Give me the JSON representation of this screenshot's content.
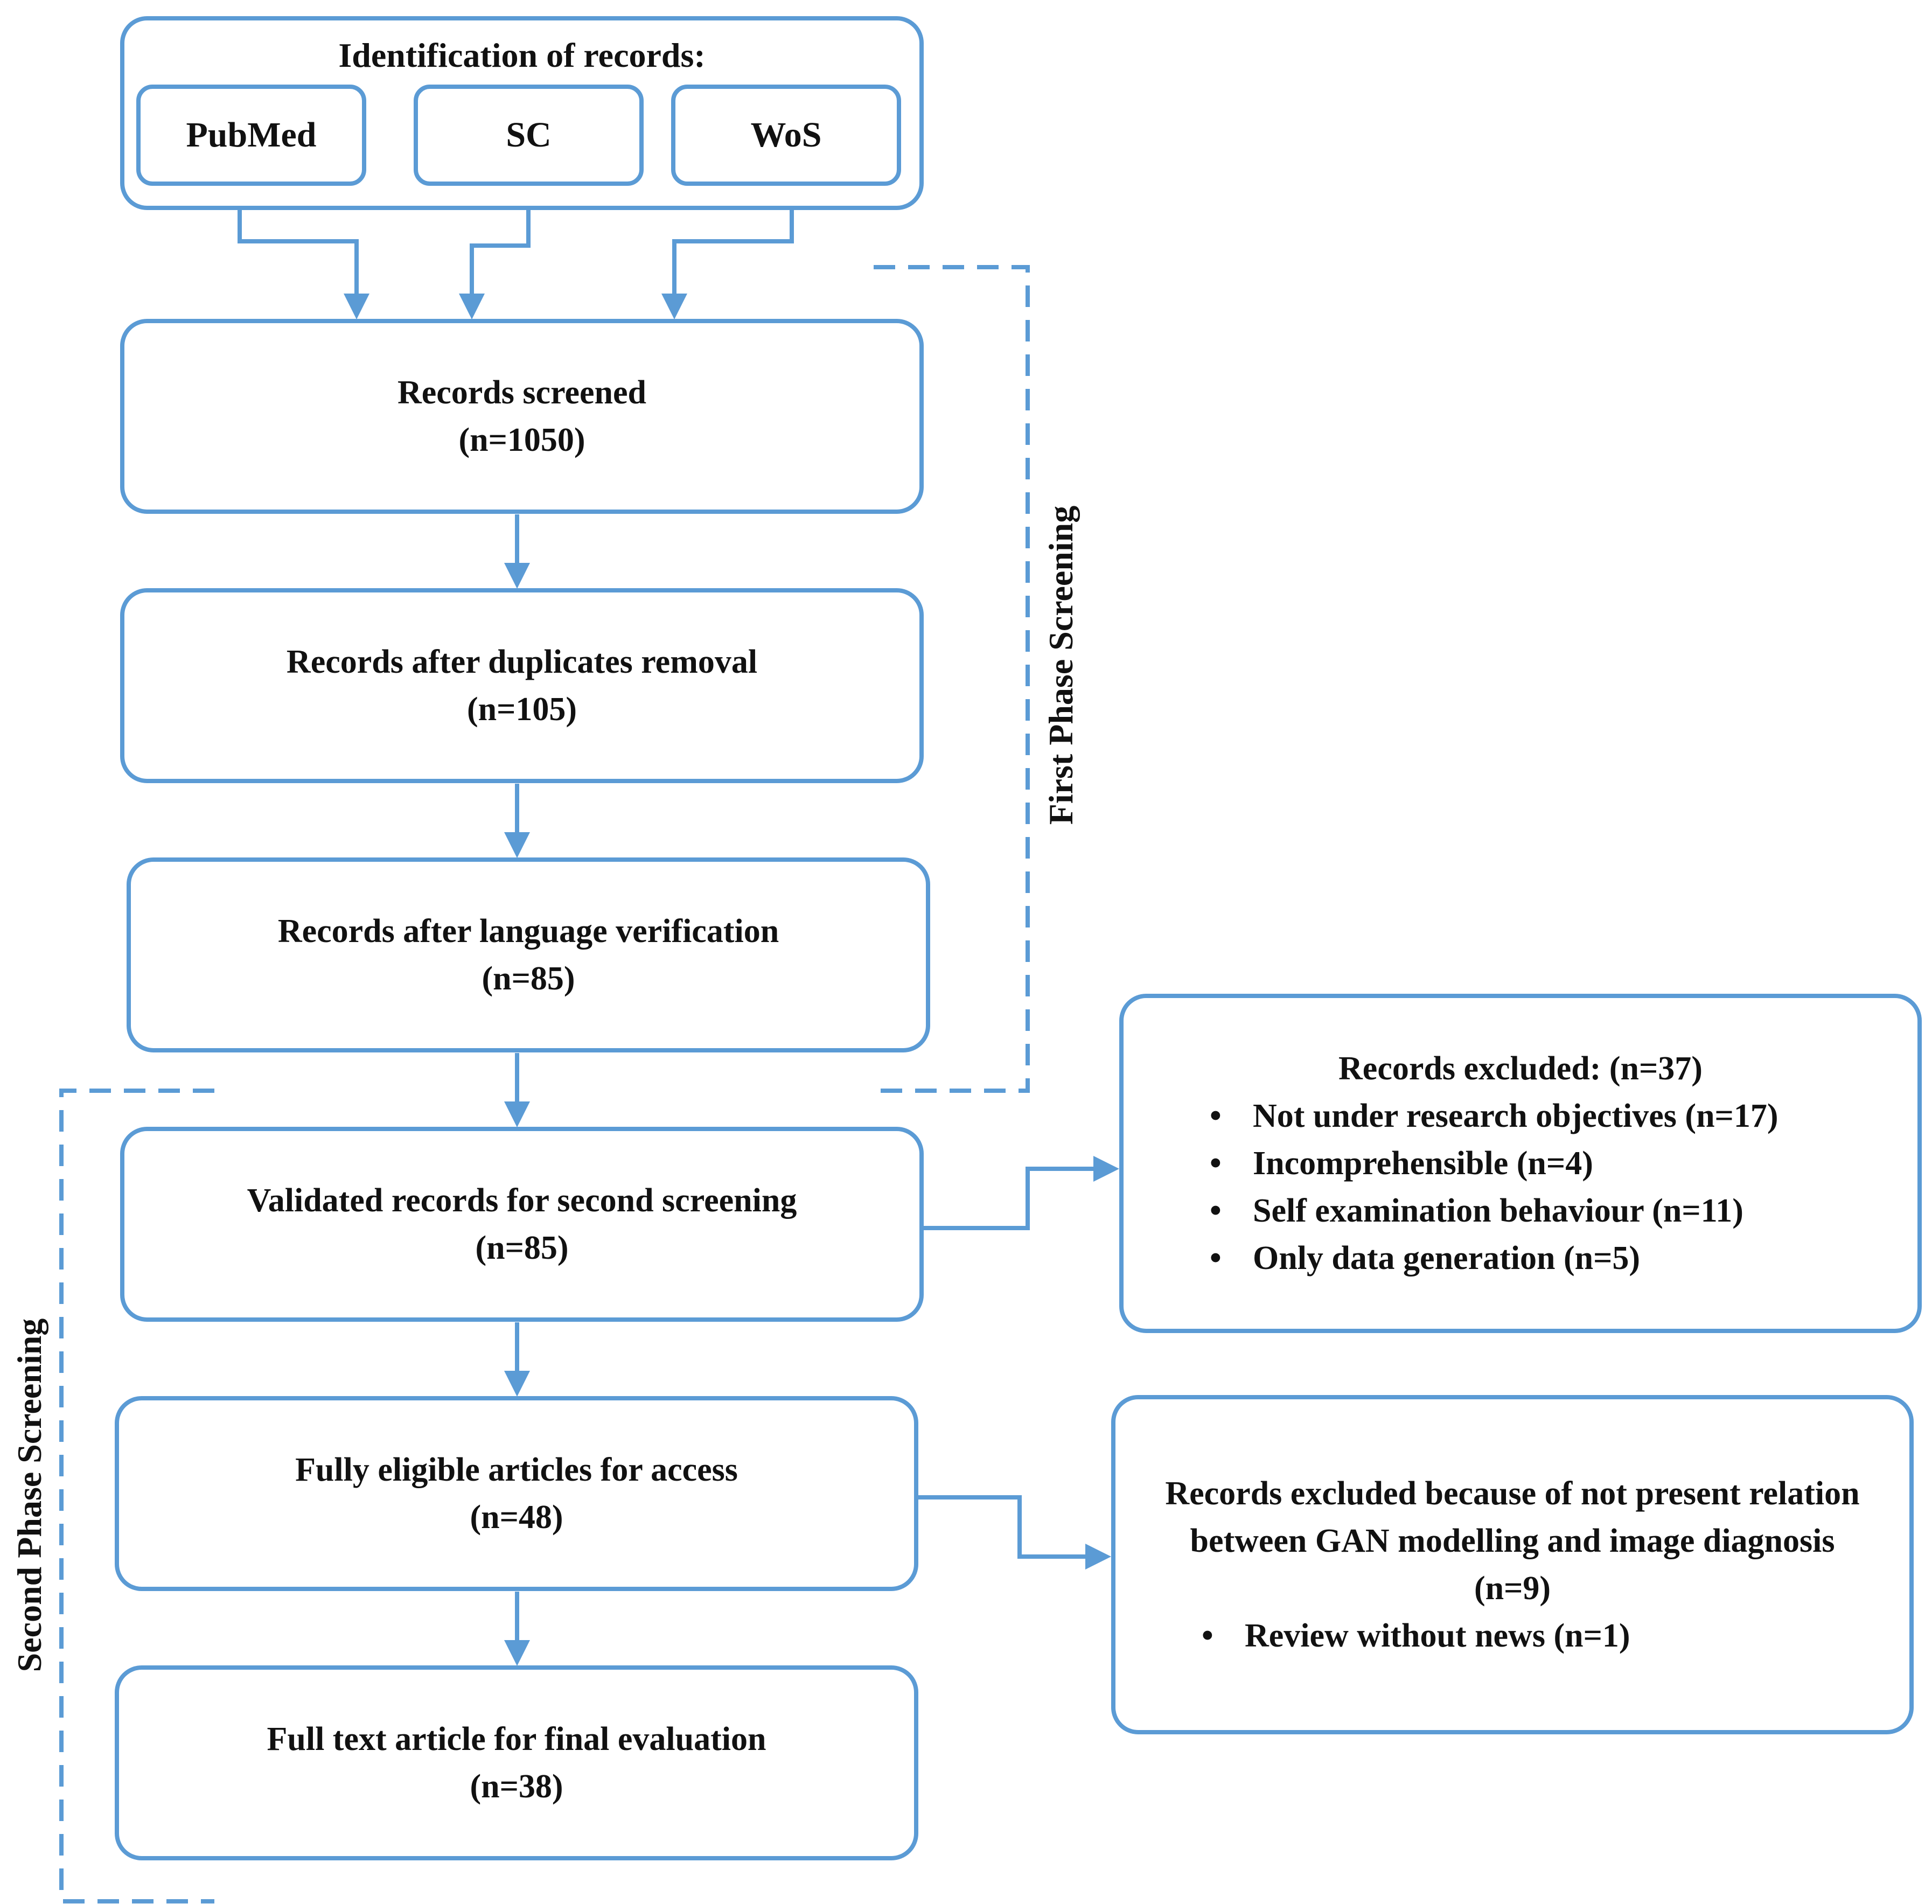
{
  "identification": {
    "title": "Identification of records:",
    "sources": [
      "PubMed",
      "SC",
      "WoS"
    ]
  },
  "flow": [
    {
      "label": "Records screened",
      "count": "(n=1050)"
    },
    {
      "label": "Records after duplicates removal",
      "count": "(n=105)"
    },
    {
      "label": "Records after language verification",
      "count": "(n=85)"
    },
    {
      "label": "Validated records for second screening",
      "count": "(n=85)"
    },
    {
      "label": "Fully eligible articles for access",
      "count": "(n=48)"
    },
    {
      "label": "Full text article for final evaluation",
      "count": "(n=38)"
    }
  ],
  "excluded_first": {
    "title": "Records excluded: (n=37)",
    "items": [
      "Not under research objectives (n=17)",
      "Incomprehensible (n=4)",
      "Self examination behaviour (n=11)",
      "Only data generation (n=5)"
    ]
  },
  "excluded_second": {
    "line1": "Records excluded because of not present relation",
    "line2": "between GAN modelling and image diagnosis",
    "count": "(n=9)",
    "items": [
      "Review without news (n=1)"
    ]
  },
  "phases": {
    "first": "First Phase Screening",
    "second": "Second Phase Screening"
  },
  "colors": {
    "stroke": "#5b9bd5",
    "text": "#111111"
  }
}
